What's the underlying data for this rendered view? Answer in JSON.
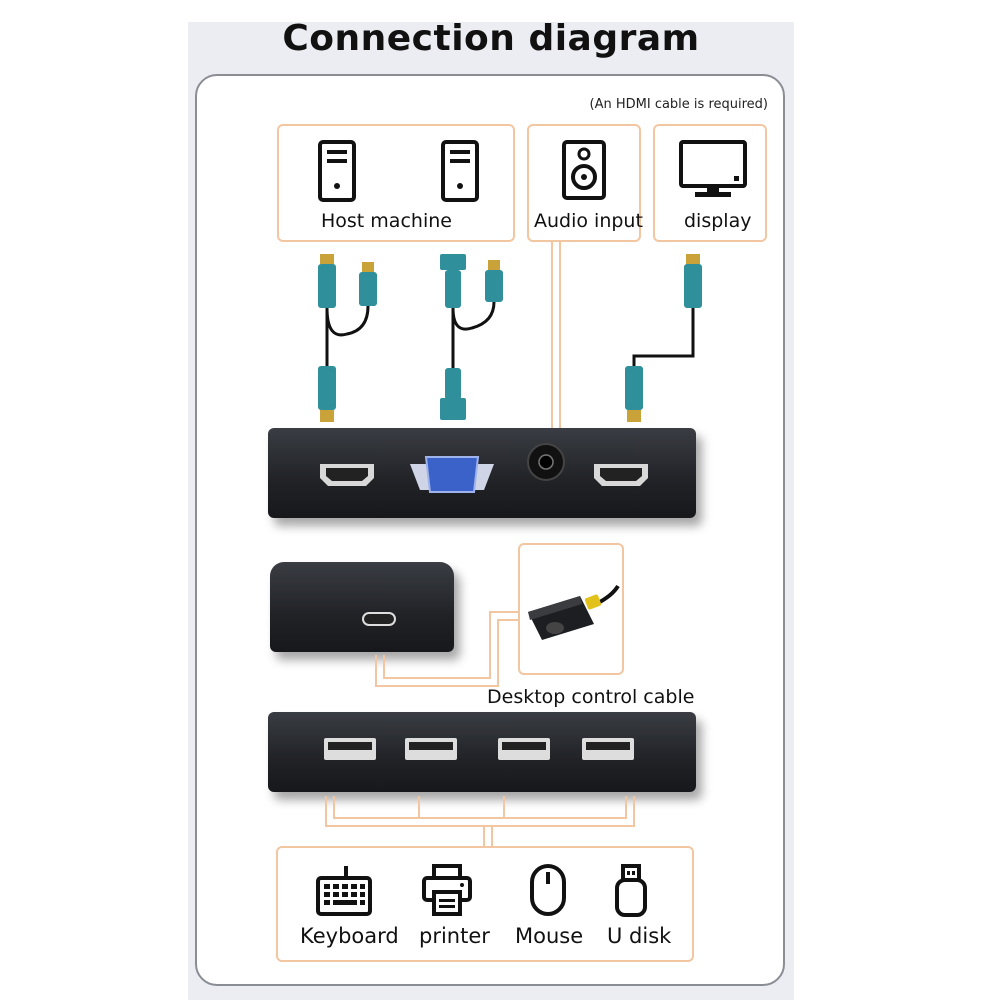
{
  "title": "Connection diagram",
  "note": "(An HDMI cable is required)",
  "top_labels": {
    "host": "Host machine",
    "audio": "Audio input",
    "display": "display"
  },
  "desktop_cable_label": "Desktop control cable",
  "peripherals": [
    "Keyboard",
    "printer",
    "Mouse",
    "U disk"
  ],
  "colors": {
    "accent_box": "#f2c6a0",
    "cable_teal": "#2f8f9a",
    "device_body": "#202226",
    "vga_blue": "#3a62c8"
  },
  "icons": [
    "computer-tower-icon",
    "speaker-icon",
    "monitor-icon",
    "keyboard-icon",
    "printer-icon",
    "mouse-icon",
    "usb-disk-icon"
  ]
}
